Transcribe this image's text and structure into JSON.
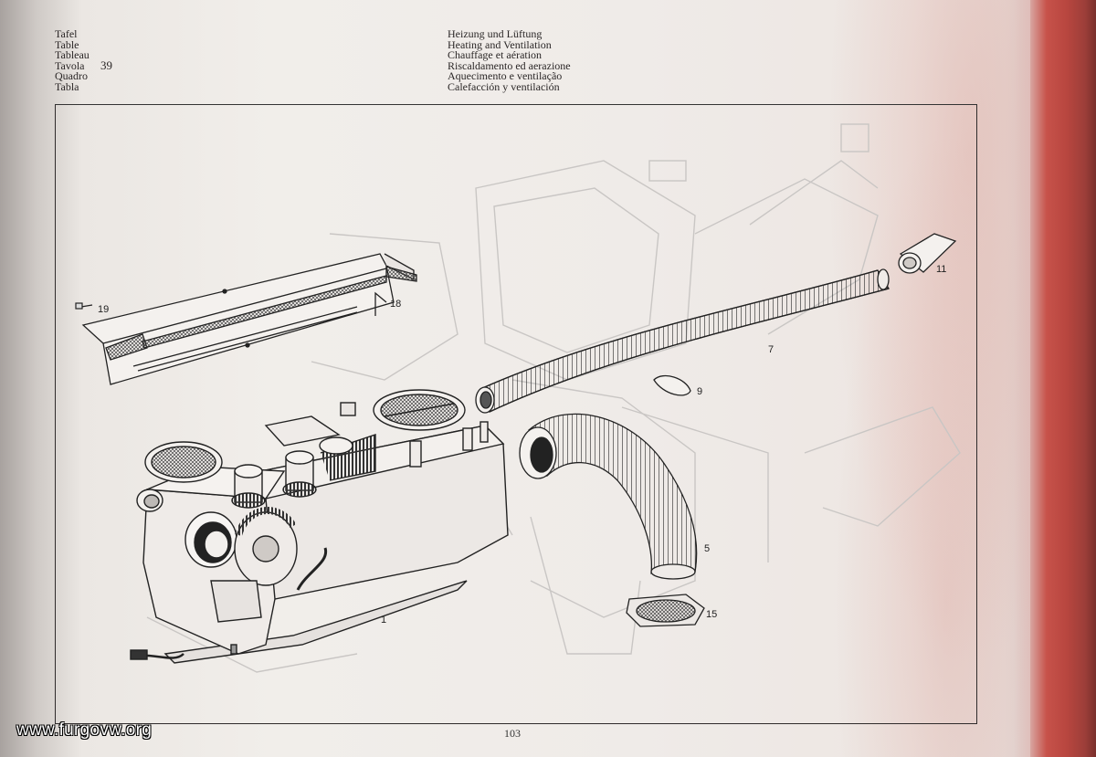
{
  "header": {
    "left_labels": [
      "Tafel",
      "Table",
      "Tableau",
      "Tavola",
      "Quadro",
      "Tabla"
    ],
    "table_number": "39",
    "titles": [
      "Heizung und Lüftung",
      "Heating and Ventilation",
      "Chauffage et aération",
      "Riscaldamento ed aerazione",
      "Aquecimento e ventilação",
      "Calefacción y ventilación"
    ]
  },
  "parts": {
    "p1": "1",
    "p5": "5",
    "p7": "7",
    "p9": "9",
    "p11": "11",
    "p15": "15",
    "p18": "18",
    "p19": "19"
  },
  "footer": {
    "page_number": "103",
    "watermark": "www.furgovw.org"
  },
  "colors": {
    "paper": "#efebe8",
    "ink": "#222222",
    "page_edge": "#b8463f"
  }
}
